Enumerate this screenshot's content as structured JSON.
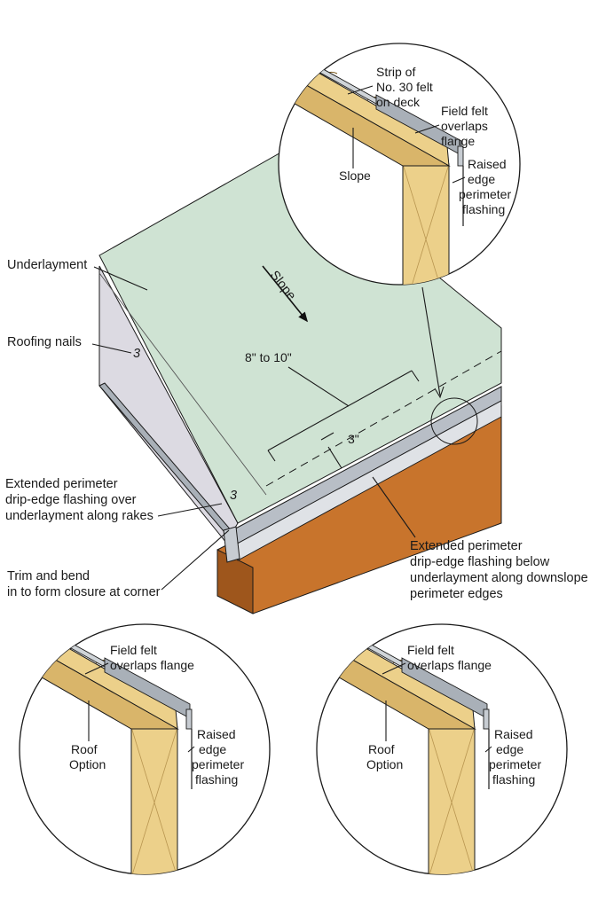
{
  "main": {
    "labels": {
      "underlayment": "Underlayment",
      "roofing_nails": "Roofing nails",
      "nail_mark_1": "3",
      "nail_mark_2": "3",
      "slope": "Slope",
      "dim_8_10": "8\" to 10\"",
      "dim_3": "3\"",
      "rake_l1": "Extended perimeter",
      "rake_l2": "drip-edge flashing over",
      "rake_l3": "underlayment along rakes",
      "trim_l1": "Trim and bend",
      "trim_l2": "in to form closure at corner",
      "down_l1": "Extended perimeter",
      "down_l2": "drip-edge flashing below",
      "down_l3": "underlayment along downslope",
      "down_l4": "perimeter edges"
    }
  },
  "detail_top": {
    "strip_l1": "Strip of",
    "strip_l2": "No. 30 felt",
    "strip_l3": "on deck",
    "field_l1": "Field felt",
    "field_l2": "overlaps",
    "field_l3": "flange",
    "slope": "Slope",
    "raised_l1": "Raised",
    "raised_l2": "edge",
    "raised_l3": "perimeter",
    "raised_l4": "flashing"
  },
  "detail_left": {
    "field_l1": "Field felt",
    "field_l2": "overlaps flange",
    "roof_l1": "Roof",
    "roof_l2": "Option",
    "raised_l1": "Raised",
    "raised_l2": "edge",
    "raised_l3": "perimeter",
    "raised_l4": "flashing"
  },
  "detail_right": {
    "field_l1": "Field felt",
    "field_l2": "overlaps flange",
    "roof_l1": "Roof",
    "roof_l2": "Option",
    "raised_l1": "Raised",
    "raised_l2": "edge",
    "raised_l3": "perimeter",
    "raised_l4": "flashing"
  },
  "colors": {
    "underlayment": "#cfe3d3",
    "deck_side": "#dcdae2",
    "fascia": "#c8742c",
    "fascia_dark": "#9e561c",
    "metal": "#a9b0b8",
    "wood": "#ecd08a",
    "wood_dark": "#c9a45a"
  }
}
